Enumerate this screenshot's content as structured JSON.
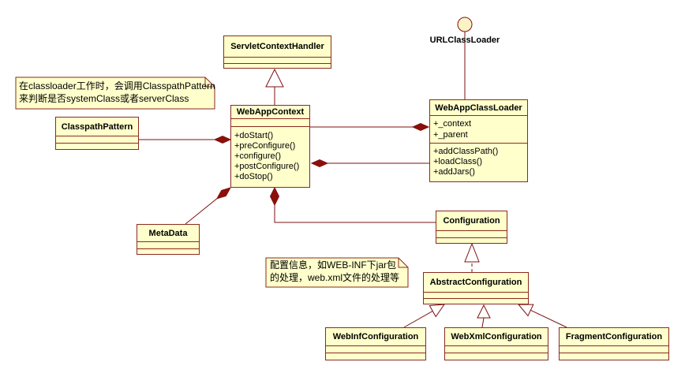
{
  "diagram": {
    "kind": "uml-class-diagram",
    "colors": {
      "background": "#FFFFFF",
      "class_fill": "#FFFFCC",
      "border": "#8A2A22",
      "connector": "#7E1113",
      "composition_diamond": "#8E0F08",
      "generalization_triangle_fill": "#FFFFFF",
      "lollipop_fill": "#FBF3C5"
    }
  },
  "interface_lollipop": {
    "label": "URLClassLoader"
  },
  "classes": [
    {
      "name": "ServletContextHandler",
      "attributes": [],
      "methods": []
    },
    {
      "name": "WebAppContext",
      "attributes": [],
      "methods": [
        "+doStart()",
        "+preConfigure()",
        "+configure()",
        "+postConfigure()",
        "+doStop()"
      ]
    },
    {
      "name": "WebAppClassLoader",
      "attributes": [
        "+_context",
        "+_parent"
      ],
      "methods": [
        "+addClassPath()",
        "+loadClass()",
        "+addJars()"
      ]
    },
    {
      "name": "ClasspathPattern",
      "attributes": [],
      "methods": []
    },
    {
      "name": "MetaData",
      "attributes": [],
      "methods": []
    },
    {
      "name": "Configuration",
      "attributes": [],
      "methods": []
    },
    {
      "name": "AbstractConfiguration",
      "attributes": [],
      "methods": []
    },
    {
      "name": "WebInfConfiguration",
      "attributes": [],
      "methods": []
    },
    {
      "name": "WebXmlConfiguration",
      "attributes": [],
      "methods": []
    },
    {
      "name": "FragmentConfiguration",
      "attributes": [],
      "methods": []
    }
  ],
  "notes": [
    {
      "lines": [
        "在classloader工作时，会调用ClasspathPattern",
        "来判断是否systemClass或者serverClass"
      ]
    },
    {
      "lines": [
        "配置信息，如WEB-INF下jar包",
        "的处理，web.xml文件的处理等"
      ]
    }
  ],
  "relationships": [
    {
      "from": "WebAppContext",
      "to": "ServletContextHandler",
      "type": "generalization"
    },
    {
      "from": "WebAppClassLoader",
      "to": "URLClassLoader",
      "type": "lollipop-interface"
    },
    {
      "from": "WebAppContext",
      "to": "ClasspathPattern",
      "type": "composition",
      "diamond_at": "WebAppContext"
    },
    {
      "from": "WebAppClassLoader",
      "to": "WebAppContext",
      "type": "composition",
      "diamond_at": "WebAppClassLoader"
    },
    {
      "from": "WebAppContext",
      "to": "WebAppClassLoader",
      "type": "composition",
      "diamond_at": "WebAppContext"
    },
    {
      "from": "WebAppContext",
      "to": "MetaData",
      "type": "composition",
      "diamond_at": "WebAppContext"
    },
    {
      "from": "WebAppContext",
      "to": "Configuration",
      "type": "composition",
      "diamond_at": "WebAppContext"
    },
    {
      "from": "AbstractConfiguration",
      "to": "Configuration",
      "type": "realization"
    },
    {
      "from": "WebInfConfiguration",
      "to": "AbstractConfiguration",
      "type": "generalization"
    },
    {
      "from": "WebXmlConfiguration",
      "to": "AbstractConfiguration",
      "type": "generalization"
    },
    {
      "from": "FragmentConfiguration",
      "to": "AbstractConfiguration",
      "type": "generalization"
    }
  ]
}
